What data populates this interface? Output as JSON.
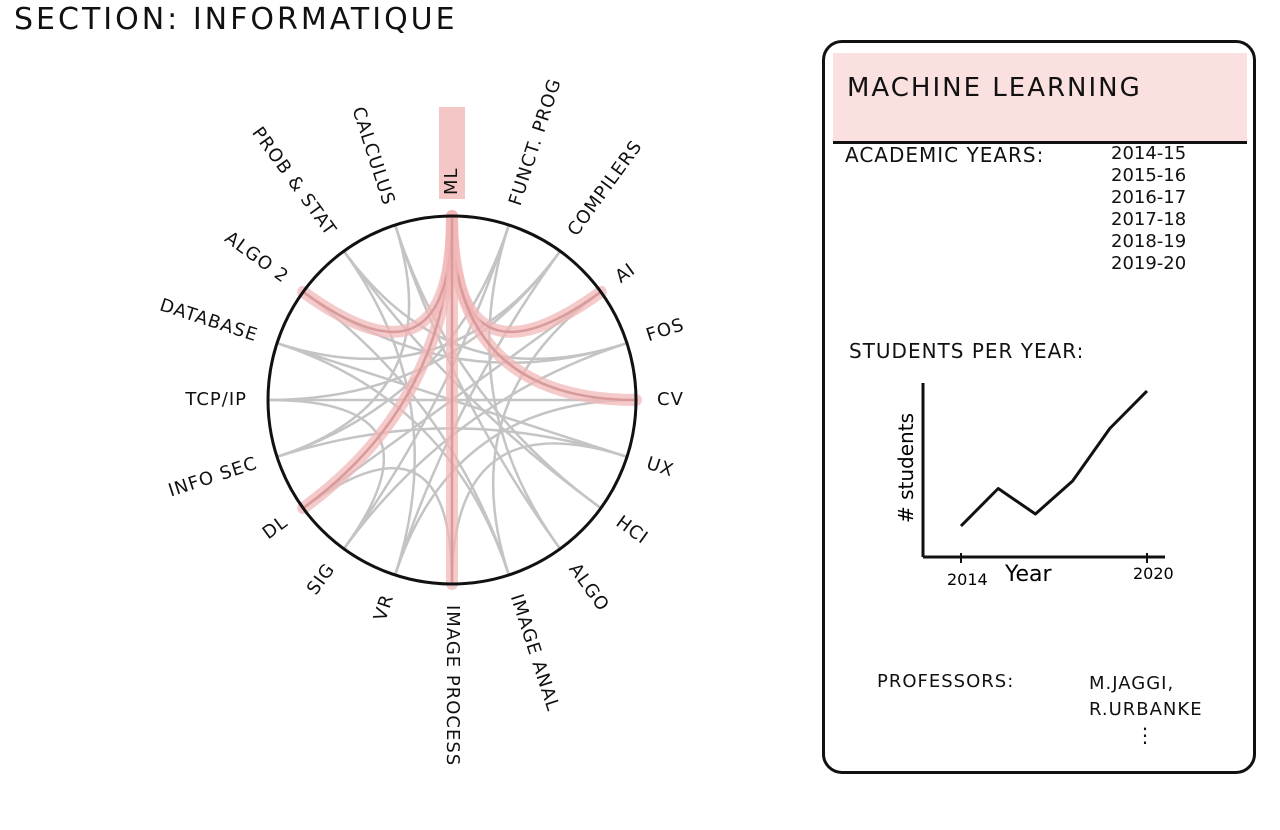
{
  "page": {
    "title": "SECTION: INFORMATIQUE"
  },
  "wheel": {
    "courses": [
      "ML",
      "FUNCT. PROG",
      "COMPILERS",
      "AI",
      "FOS",
      "CV",
      "UX",
      "HCI",
      "ALGO",
      "IMAGE ANAL",
      "IMAGE PROCESS",
      "VR",
      "SIG",
      "DL",
      "INFO SEC",
      "TCP/IP",
      "DATABASE",
      "ALGO 2",
      "PROB & STAT",
      "CALCULUS"
    ],
    "highlight": "ML",
    "links": [
      [
        0,
        3
      ],
      [
        0,
        5
      ],
      [
        0,
        13
      ],
      [
        0,
        17
      ],
      [
        1,
        8
      ],
      [
        1,
        14
      ],
      [
        2,
        11
      ],
      [
        2,
        16
      ],
      [
        3,
        9
      ],
      [
        4,
        12
      ],
      [
        4,
        17
      ],
      [
        5,
        15
      ],
      [
        6,
        10
      ],
      [
        6,
        14
      ],
      [
        7,
        18
      ],
      [
        8,
        19
      ],
      [
        9,
        16
      ],
      [
        10,
        13
      ],
      [
        11,
        18
      ],
      [
        12,
        15
      ],
      [
        14,
        19
      ],
      [
        15,
        2
      ],
      [
        16,
        6
      ],
      [
        17,
        9
      ],
      [
        18,
        4
      ],
      [
        19,
        7
      ],
      [
        13,
        3
      ],
      [
        12,
        1
      ],
      [
        11,
        5
      ],
      [
        10,
        0
      ]
    ],
    "highlight_color": "#f2b8b8",
    "link_color": "#c4c4c4"
  },
  "panel": {
    "title": "MACHINE LEARNING",
    "years_label": "ACADEMIC YEARS:",
    "years": [
      "2014-15",
      "2015-16",
      "2016-17",
      "2017-18",
      "2018-19",
      "2019-20"
    ],
    "students_label": "STUDENTS PER YEAR:",
    "professors_label": "PROFESSORS:",
    "professors": [
      "M.JAGGI,",
      "R.URBANKE"
    ],
    "professors_more": "⋮",
    "title_bg": "#fbe0e0"
  },
  "chart_data": {
    "type": "line",
    "xlabel": "Year",
    "ylabel": "# students",
    "x_ticks": [
      "2014",
      "2020"
    ],
    "series": [
      {
        "values": [
          0.1,
          0.35,
          0.18,
          0.4,
          0.75,
          1.0
        ]
      }
    ]
  }
}
